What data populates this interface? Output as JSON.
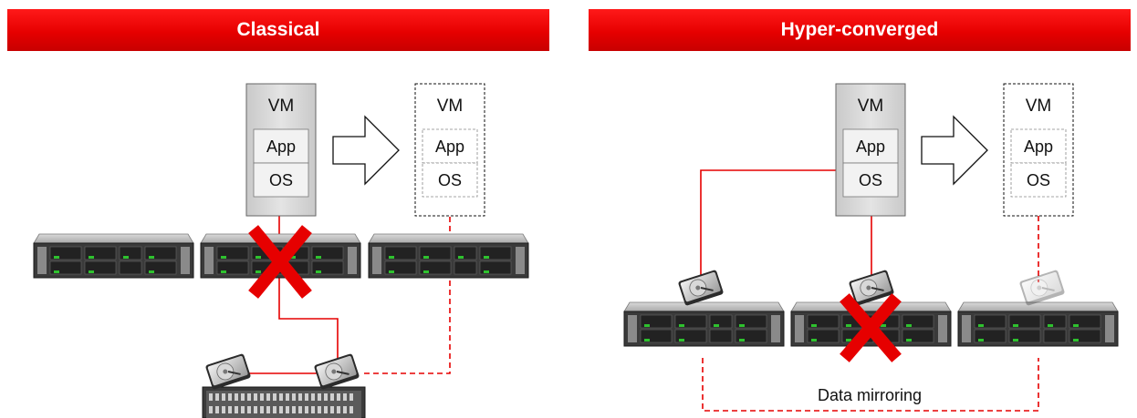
{
  "panels": {
    "left": {
      "title": "Classical"
    },
    "right": {
      "title": "Hyper-converged"
    }
  },
  "labels": {
    "vm": "VM",
    "app": "App",
    "os": "OS",
    "data_mirroring": "Data mirroring"
  },
  "colors": {
    "banner": "#e60000",
    "link": "#e60000",
    "failure_mark": "#e60000"
  }
}
